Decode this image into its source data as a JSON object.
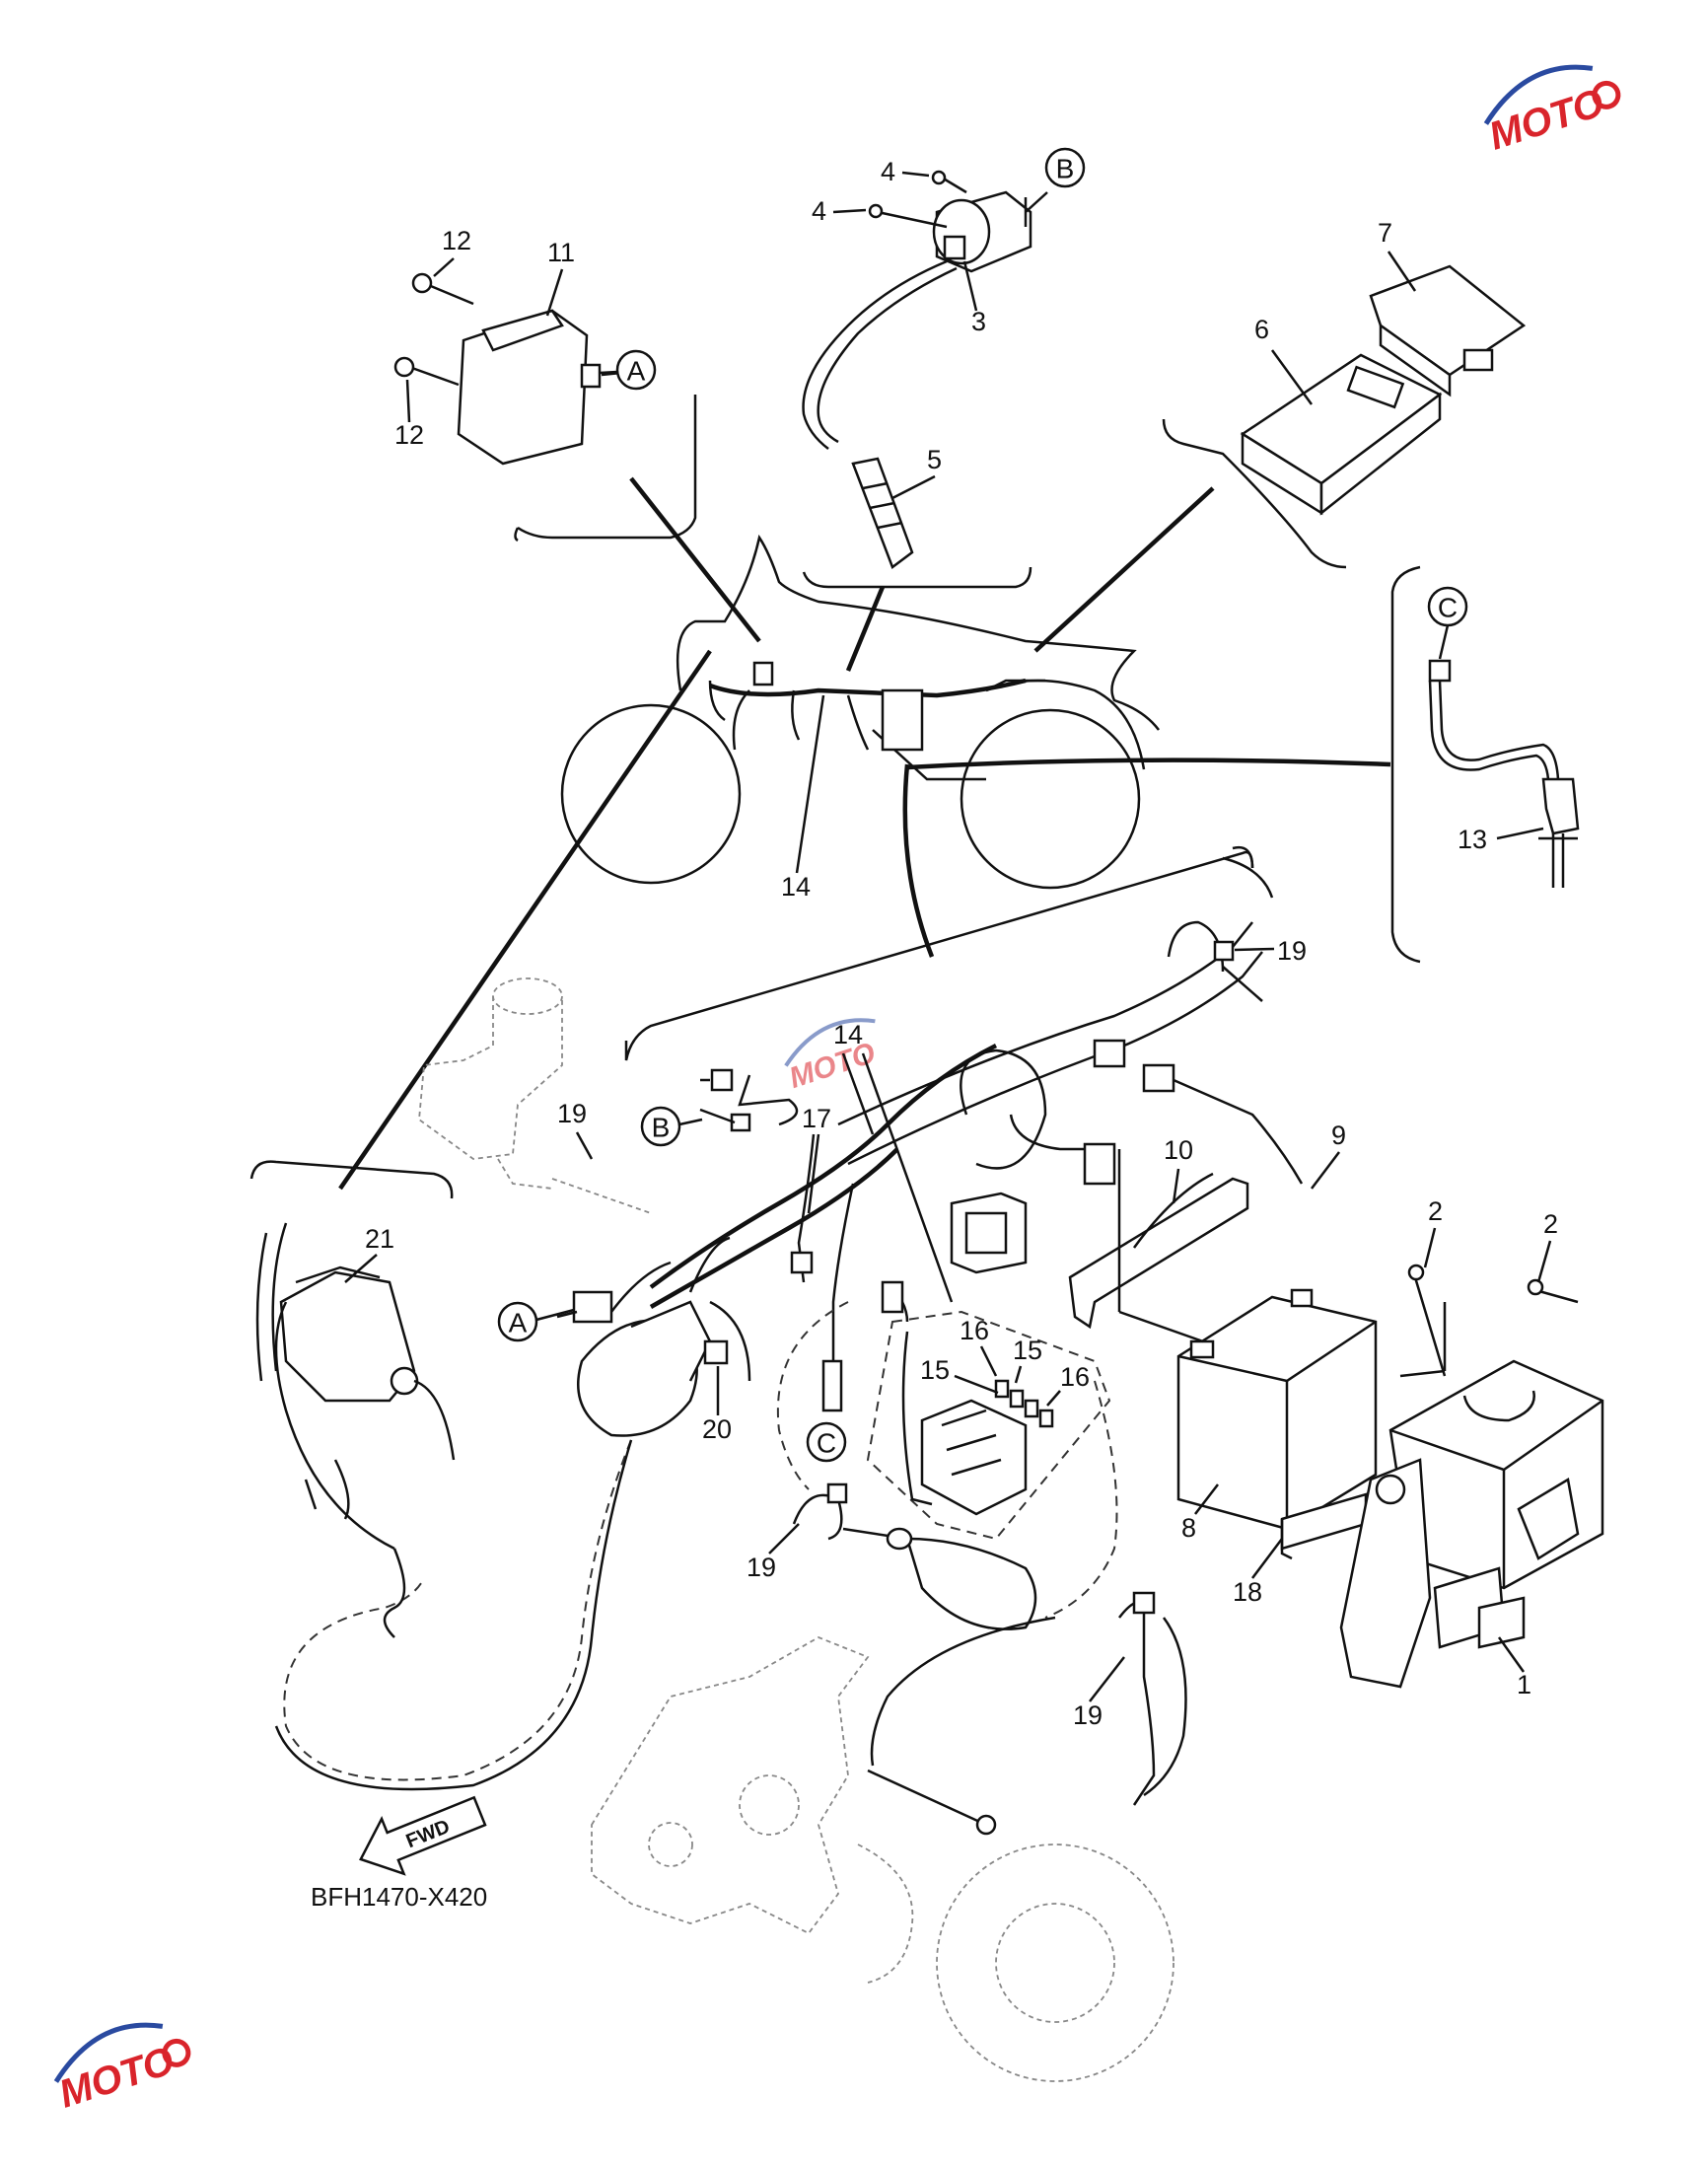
{
  "diagram_code": "BFH1470-X420",
  "fwd_label": "FWD",
  "watermark": {
    "text": "MOTO",
    "accent": "#d9242b",
    "secondary": "#2a4aa0",
    "icon": "gear-icon"
  },
  "callouts": {
    "A": "A",
    "B": "B",
    "C": "C"
  },
  "part_numbers": {
    "p1": "1",
    "p2a": "2",
    "p2b": "2",
    "p3": "3",
    "p4a": "4",
    "p4b": "4",
    "p5": "5",
    "p6": "6",
    "p7": "7",
    "p8": "8",
    "p9": "9",
    "p10": "10",
    "p11": "11",
    "p12a": "12",
    "p12b": "12",
    "p13": "13",
    "p14a": "14",
    "p14b": "14",
    "p15a": "15",
    "p15b": "15",
    "p16a": "16",
    "p16b": "16",
    "p17": "17",
    "p18": "18",
    "p19a": "19",
    "p19b": "19",
    "p19c": "19",
    "p19d": "19",
    "p20": "20",
    "p21": "21"
  }
}
